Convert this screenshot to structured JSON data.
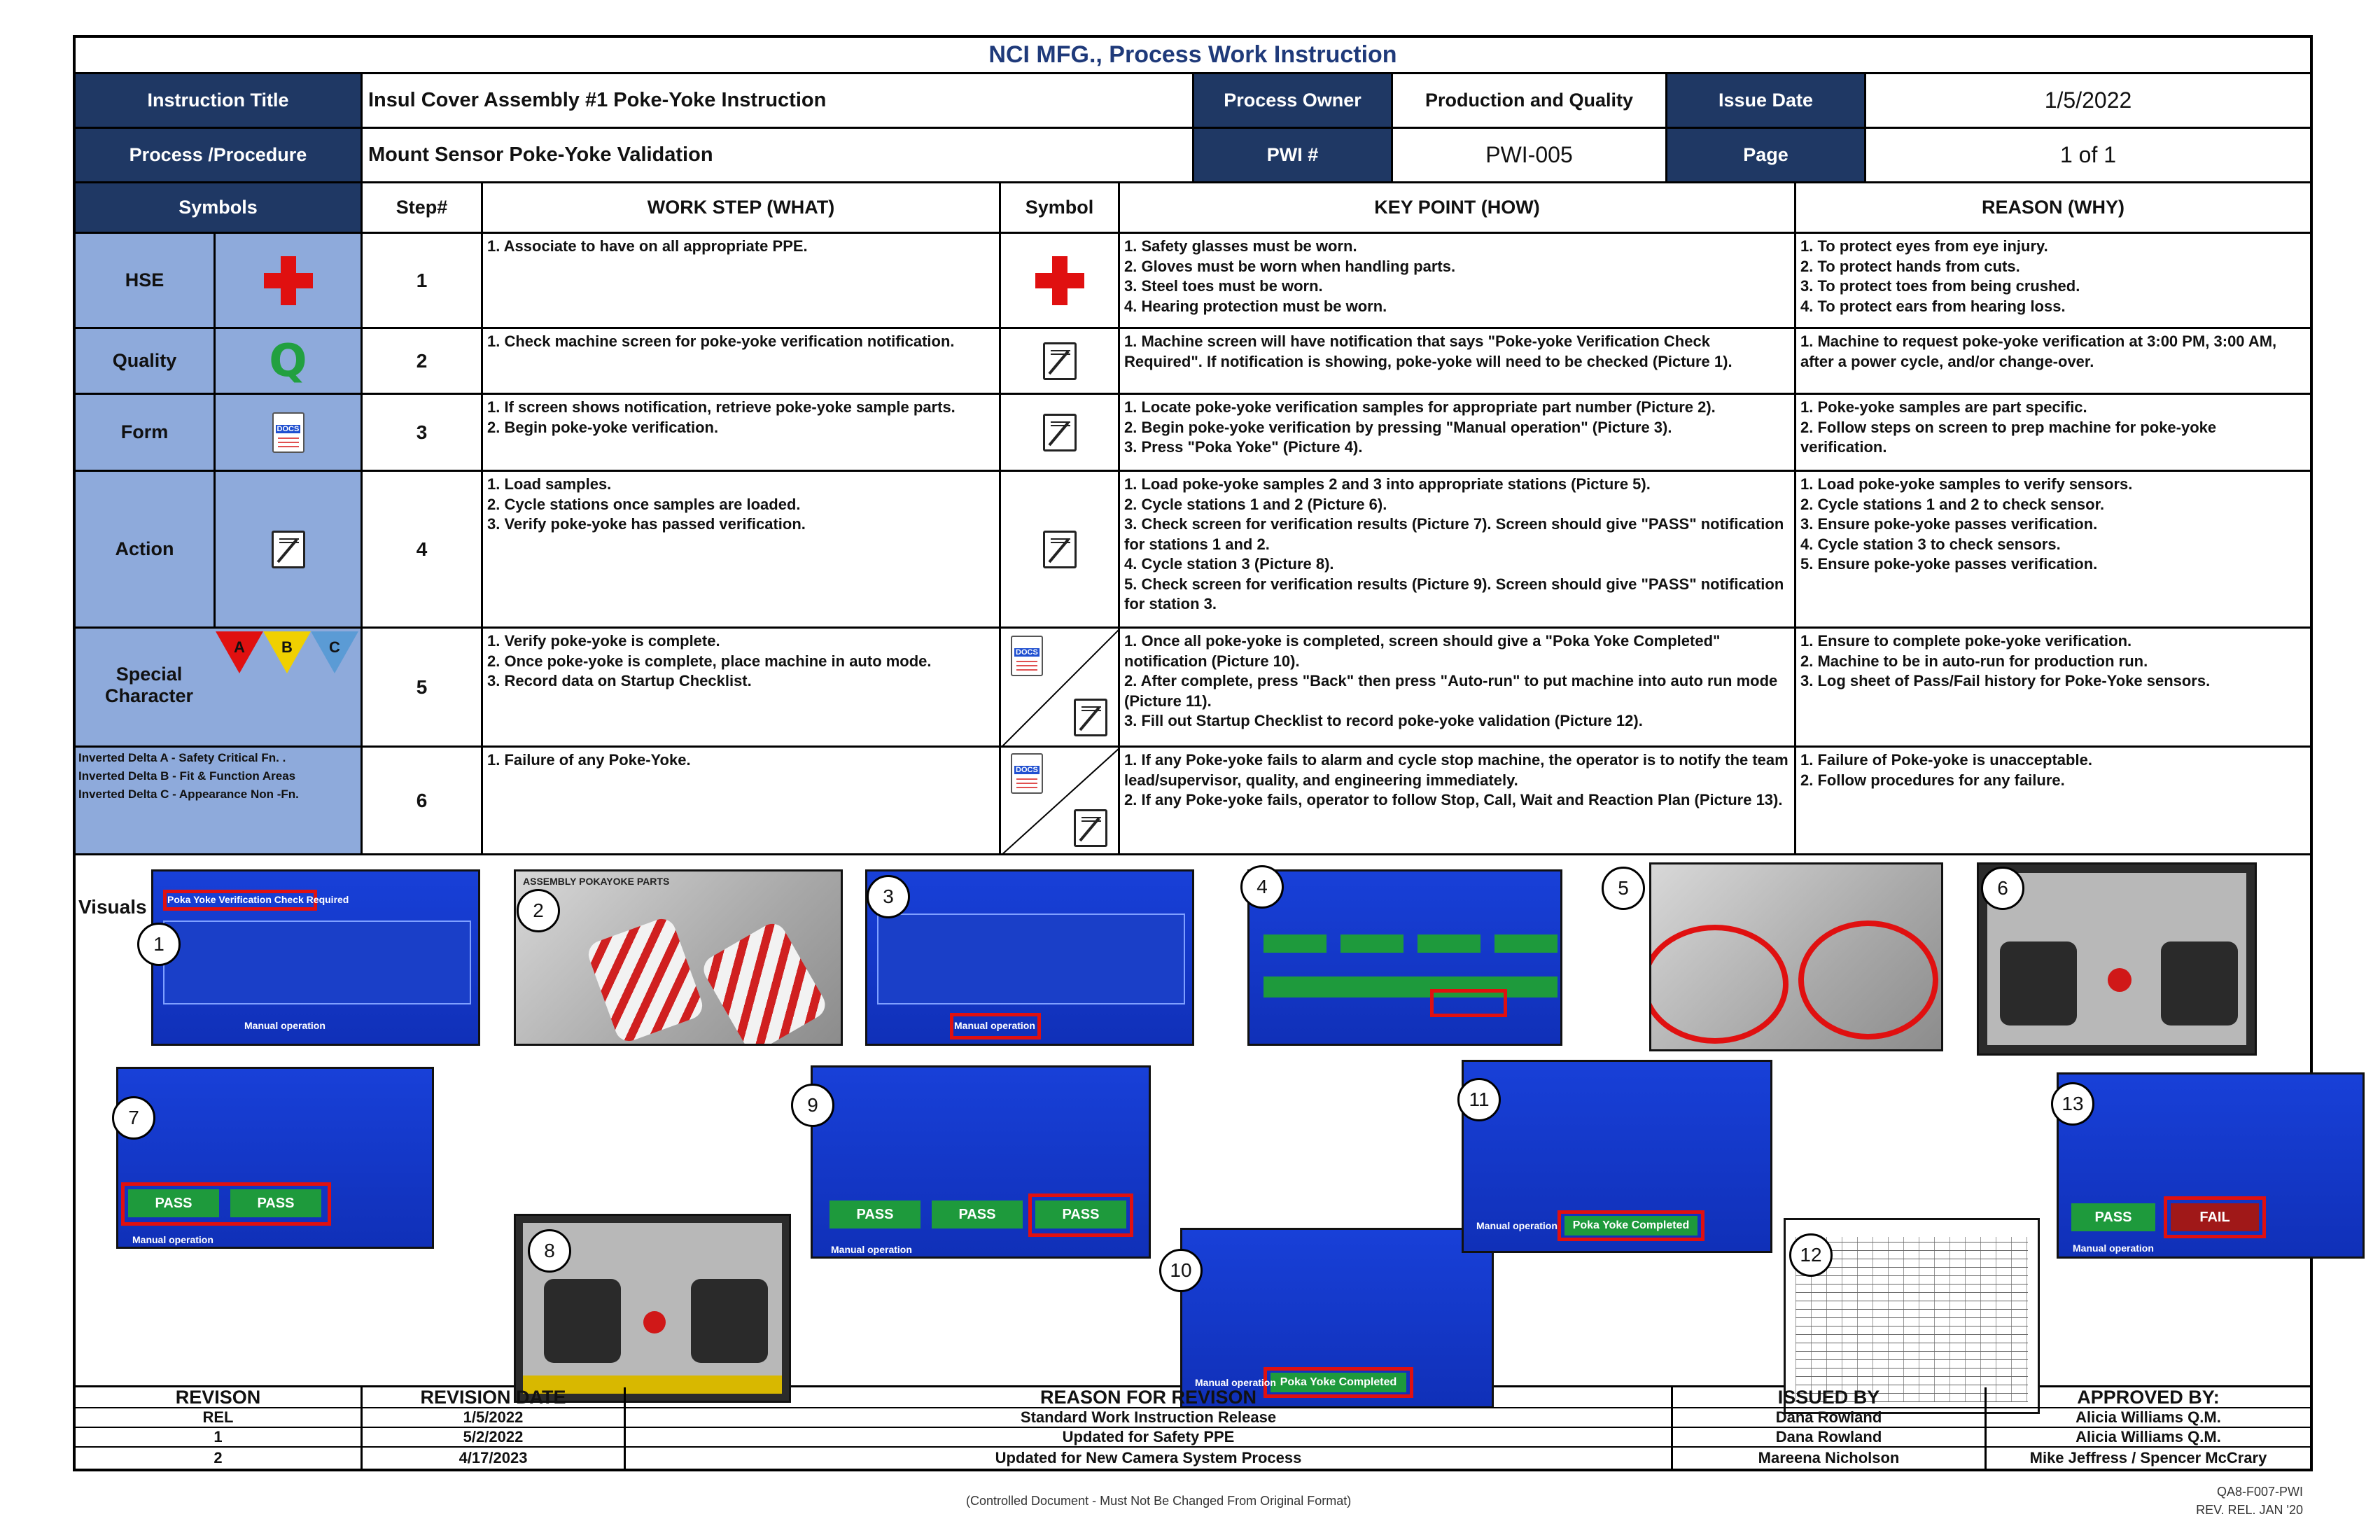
{
  "document_title": "NCI MFG., Process Work Instruction",
  "header": {
    "instruction_title_label": "Instruction Title",
    "instruction_title": "Insul Cover Assembly #1 Poke-Yoke Instruction",
    "process_owner_label": "Process Owner",
    "process_owner": "Production and Quality",
    "issue_date_label": "Issue Date",
    "issue_date": "1/5/2022",
    "process_label": "Process /Procedure",
    "process": "Mount Sensor Poke-Yoke Validation",
    "pwi_label": "PWI #",
    "pwi": "PWI-005",
    "page_label": "Page",
    "page": "1 of 1"
  },
  "columns": {
    "symbols": "Symbols",
    "step": "Step#",
    "work_step": "WORK STEP (WHAT)",
    "symbol": "Symbol",
    "key_point": "KEY POINT (HOW)",
    "reason": "REASON (WHY)"
  },
  "symbol_legend": {
    "hse": "HSE",
    "quality": "Quality",
    "quality_glyph": "Q",
    "form": "Form",
    "docs_tag": "DOCS",
    "action": "Action",
    "special": "Special Character",
    "tri_a": "A",
    "tri_b": "B",
    "tri_c": "C",
    "delta_a": "Inverted Delta A - Safety Critical Fn. .",
    "delta_b": "Inverted Delta B - Fit & Function Areas",
    "delta_c": "Inverted Delta C  - Appearance Non -Fn."
  },
  "steps": [
    {
      "no": "1",
      "what": "1. Associate to have on all appropriate PPE.",
      "how": "1. Safety glasses must be worn.\n2. Gloves must be worn when handling parts.\n3. Steel toes must be worn.\n4. Hearing protection must be worn.",
      "why": "1. To protect eyes from eye injury.\n2. To protect hands from cuts.\n3. To protect toes from being crushed.\n4. To protect ears from hearing loss."
    },
    {
      "no": "2",
      "what": "1. Check machine screen for poke-yoke verification notification.",
      "how": "1. Machine screen will have notification that says \"Poke-yoke Verification Check Required\". If notification is showing, poke-yoke will need to be checked (Picture 1).",
      "why": "1. Machine to request poke-yoke verification at 3:00 PM, 3:00 AM, after a power cycle, and/or change-over."
    },
    {
      "no": "3",
      "what": "1. If screen shows notification, retrieve poke-yoke sample parts.\n2. Begin poke-yoke verification.",
      "how": "1. Locate poke-yoke verification samples for appropriate part number (Picture 2).\n2. Begin poke-yoke verification by pressing \"Manual operation\" (Picture 3).\n3. Press \"Poka Yoke\" (Picture 4).",
      "why": "1. Poke-yoke samples are part specific.\n2. Follow steps on screen to prep machine for poke-yoke verification."
    },
    {
      "no": "4",
      "what": "1. Load samples.\n2. Cycle stations once samples are loaded.\n3. Verify poke-yoke has passed verification.",
      "how": "1. Load poke-yoke samples 2 and 3 into appropriate stations (Picture 5).\n2. Cycle stations 1 and 2 (Picture 6).\n3. Check screen for verification results (Picture 7). Screen should give \"PASS\" notification for stations 1 and 2.\n4. Cycle station 3 (Picture 8).\n5. Check screen for verification results (Picture 9). Screen should give \"PASS\" notification for station 3.",
      "why": "1. Load poke-yoke samples to verify sensors.\n2. Cycle stations 1 and 2 to check sensor.\n3. Ensure poke-yoke passes verification.\n4. Cycle station 3 to check sensors.\n5. Ensure poke-yoke passes verification."
    },
    {
      "no": "5",
      "what": "1. Verify poke-yoke is complete.\n2. Once poke-yoke is complete, place machine in auto mode.\n3. Record data on Startup Checklist.",
      "how": "1. Once all poke-yoke is completed, screen should give a \"Poka Yoke Completed\" notification (Picture 10).\n2. After complete, press \"Back\" then press \"Auto-run\" to put machine into auto run mode (Picture 11).\n3. Fill out Startup Checklist to record poke-yoke validation (Picture 12).",
      "why": "1. Ensure to complete poke-yoke verification.\n2. Machine to be in auto-run for production run.\n3. Log sheet of Pass/Fail history for Poke-Yoke sensors."
    },
    {
      "no": "6",
      "what": "1. Failure of any Poke-Yoke.",
      "how": "1. If any Poke-yoke fails to alarm and cycle stop machine, the operator is to notify the team lead/supervisor, quality, and engineering immediately.\n2. If any Poke-yoke fails, operator to follow Stop, Call, Wait and Reaction Plan (Picture 13).",
      "why": "1. Failure of Poke-yoke is unacceptable.\n2. Follow procedures for any failure."
    }
  ],
  "visuals": {
    "label": "Visuals",
    "pictures": [
      "1",
      "2",
      "3",
      "4",
      "5",
      "6",
      "7",
      "8",
      "9",
      "10",
      "11",
      "12",
      "13"
    ],
    "parts_label": "ASSEMBLY POKAYOKE PARTS",
    "pass": "PASS",
    "fail": "FAIL",
    "completed": "Poka Yoke Completed",
    "manual_operation": "Manual operation",
    "verification_required": "Poka Yoke Verification Check Required"
  },
  "revisions": {
    "headers": {
      "revision": "REVISON",
      "date": "REVISION DATE",
      "reason": "REASON FOR REVISON",
      "issued": "ISSUED BY",
      "approved": "APPROVED BY:"
    },
    "rows": [
      {
        "rev": "REL",
        "date": "1/5/2022",
        "reason": "Standard Work Instruction Release",
        "issued": "Dana Rowland",
        "approved": "Alicia Williams Q.M."
      },
      {
        "rev": "1",
        "date": "5/2/2022",
        "reason": "Updated for Safety PPE",
        "issued": "Dana Rowland",
        "approved": "Alicia Williams Q.M."
      },
      {
        "rev": "2",
        "date": "4/17/2023",
        "reason": "Updated for New Camera System Process",
        "issued": "Mareena Nicholson",
        "approved": "Mike Jeffress / Spencer McCrary"
      }
    ]
  },
  "footer": {
    "controlled": "(Controlled Document - Must Not Be Changed From Original Format)",
    "form_id": "QA8-F007-PWI",
    "rev_rel": "REV. REL. JAN '20"
  },
  "colors": {
    "header_dark": "#1f3864",
    "symbol_bg": "#8eaadb",
    "title_text": "#1f3a7a",
    "hse_red": "#e01010",
    "quality_green": "#22a040"
  }
}
